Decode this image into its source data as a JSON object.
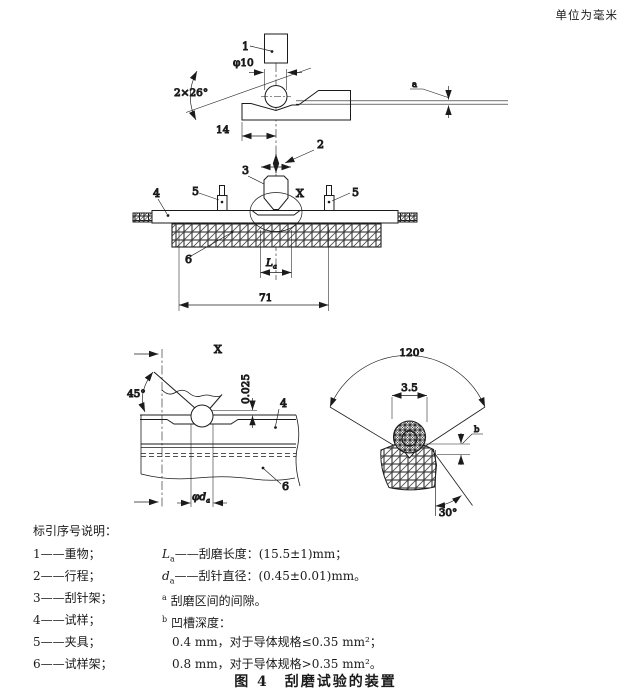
{
  "page": {
    "unit_note": "单位为毫米",
    "caption": "图 4　刮磨试验的装置"
  },
  "top": {
    "label_1": "1",
    "label_2": "2",
    "dim_phi10": "φ10",
    "dim_angle": "2×26°",
    "dim_14": "14",
    "note_a": "a"
  },
  "mid": {
    "label_3": "3",
    "label_4": "4",
    "label_5_left": "5",
    "label_5_right": "5",
    "label_6": "6",
    "detail_mark": "X",
    "dim_La_base": "L",
    "dim_La_sub": "a",
    "dim_71": "71"
  },
  "dx": {
    "title": "X",
    "dim_45": "45°",
    "dim_depth": "0.025",
    "label_4": "4",
    "label_6": "6",
    "dim_phid_base": "φd",
    "dim_phid_sub": "a"
  },
  "dg": {
    "dim_120": "120°",
    "dim_35": "3.5",
    "note_b": "b",
    "dim_30": "30°"
  },
  "legend": {
    "title": "标引序号说明：",
    "items": [
      "1——重物；",
      "2——行程；",
      "3——刮针架；",
      "4——试样；",
      "5——夹具；",
      "6——试样架；"
    ],
    "la_base": "L",
    "la_sub": "a",
    "la_text": "——刮磨长度：(15.5±1)mm；",
    "da_base": "d",
    "da_sub": "a",
    "da_text": "——刮针直径：(0.45±0.01)mm。",
    "fn_a_mark": "a",
    "fn_a_text": "刮磨区间的间隙。",
    "fn_b_mark": "b",
    "fn_b_text": "凹槽深度：",
    "b_rows": [
      "0.4 mm，对于导体规格≤0.35 mm²；",
      "0.8 mm，对于导体规格>0.35 mm²。"
    ]
  }
}
